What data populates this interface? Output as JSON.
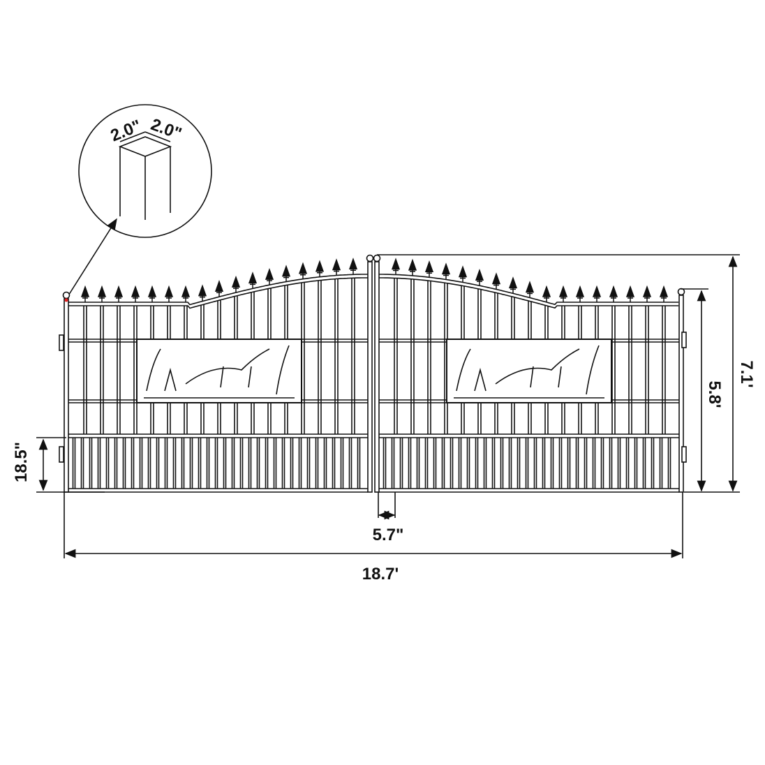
{
  "detail": {
    "width_label": "2.0\"",
    "depth_label": "2.0\""
  },
  "dimensions": {
    "bottom_section_height": "18.5\"",
    "center_gap": "5.7\"",
    "total_width": "18.7'",
    "post_height": "5.8'",
    "total_height": "7.1'"
  },
  "colors": {
    "line": "#111111",
    "marker": "#e02020"
  }
}
